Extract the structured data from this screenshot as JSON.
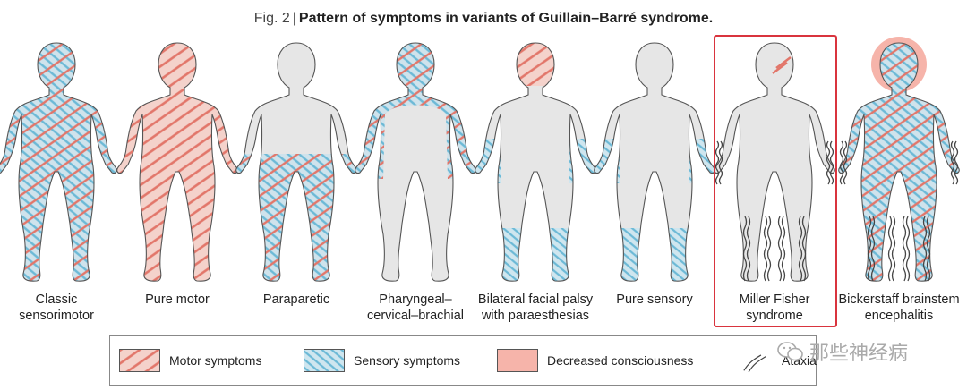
{
  "title": {
    "fig_label": "Fig. 2",
    "separator": "|",
    "text": "Pattern of symptoms in variants of Guillain–Barré syndrome."
  },
  "colors": {
    "motor": "#e2766a",
    "sensory": "#6cb9d6",
    "body_fill": "#e6e6e6",
    "body_outline": "#555555",
    "consciousness": "#f6b4aa",
    "highlight": "#d9343e"
  },
  "figures": [
    {
      "line1": "Classic",
      "line2": "sensorimotor",
      "pattern": "both-full"
    },
    {
      "line1": "Pure motor",
      "line2": "",
      "pattern": "motor-full"
    },
    {
      "line1": "Paraparetic",
      "line2": "",
      "pattern": "legs-both"
    },
    {
      "line1": "Pharyngeal–",
      "line2": "cervical–brachial",
      "pattern": "upper-both"
    },
    {
      "line1": "Bilateral facial palsy",
      "line2": "with paraesthesias",
      "pattern": "face-motor-distal-sensory"
    },
    {
      "line1": "Pure sensory",
      "line2": "",
      "pattern": "distal-sensory"
    },
    {
      "line1": "Miller Fisher",
      "line2": "syndrome",
      "pattern": "ataxia-eye"
    },
    {
      "line1": "Bickerstaff brainstem",
      "line2": "encephalitis",
      "pattern": "bbe"
    }
  ],
  "legend": [
    {
      "label": "Motor symptoms",
      "swatch": "motor"
    },
    {
      "label": "Sensory symptoms",
      "swatch": "sensory"
    },
    {
      "label": "Decreased consciousness",
      "swatch": "consciousness"
    },
    {
      "label": "Ataxia",
      "swatch": "ataxia"
    }
  ],
  "watermark": "那些神经病"
}
